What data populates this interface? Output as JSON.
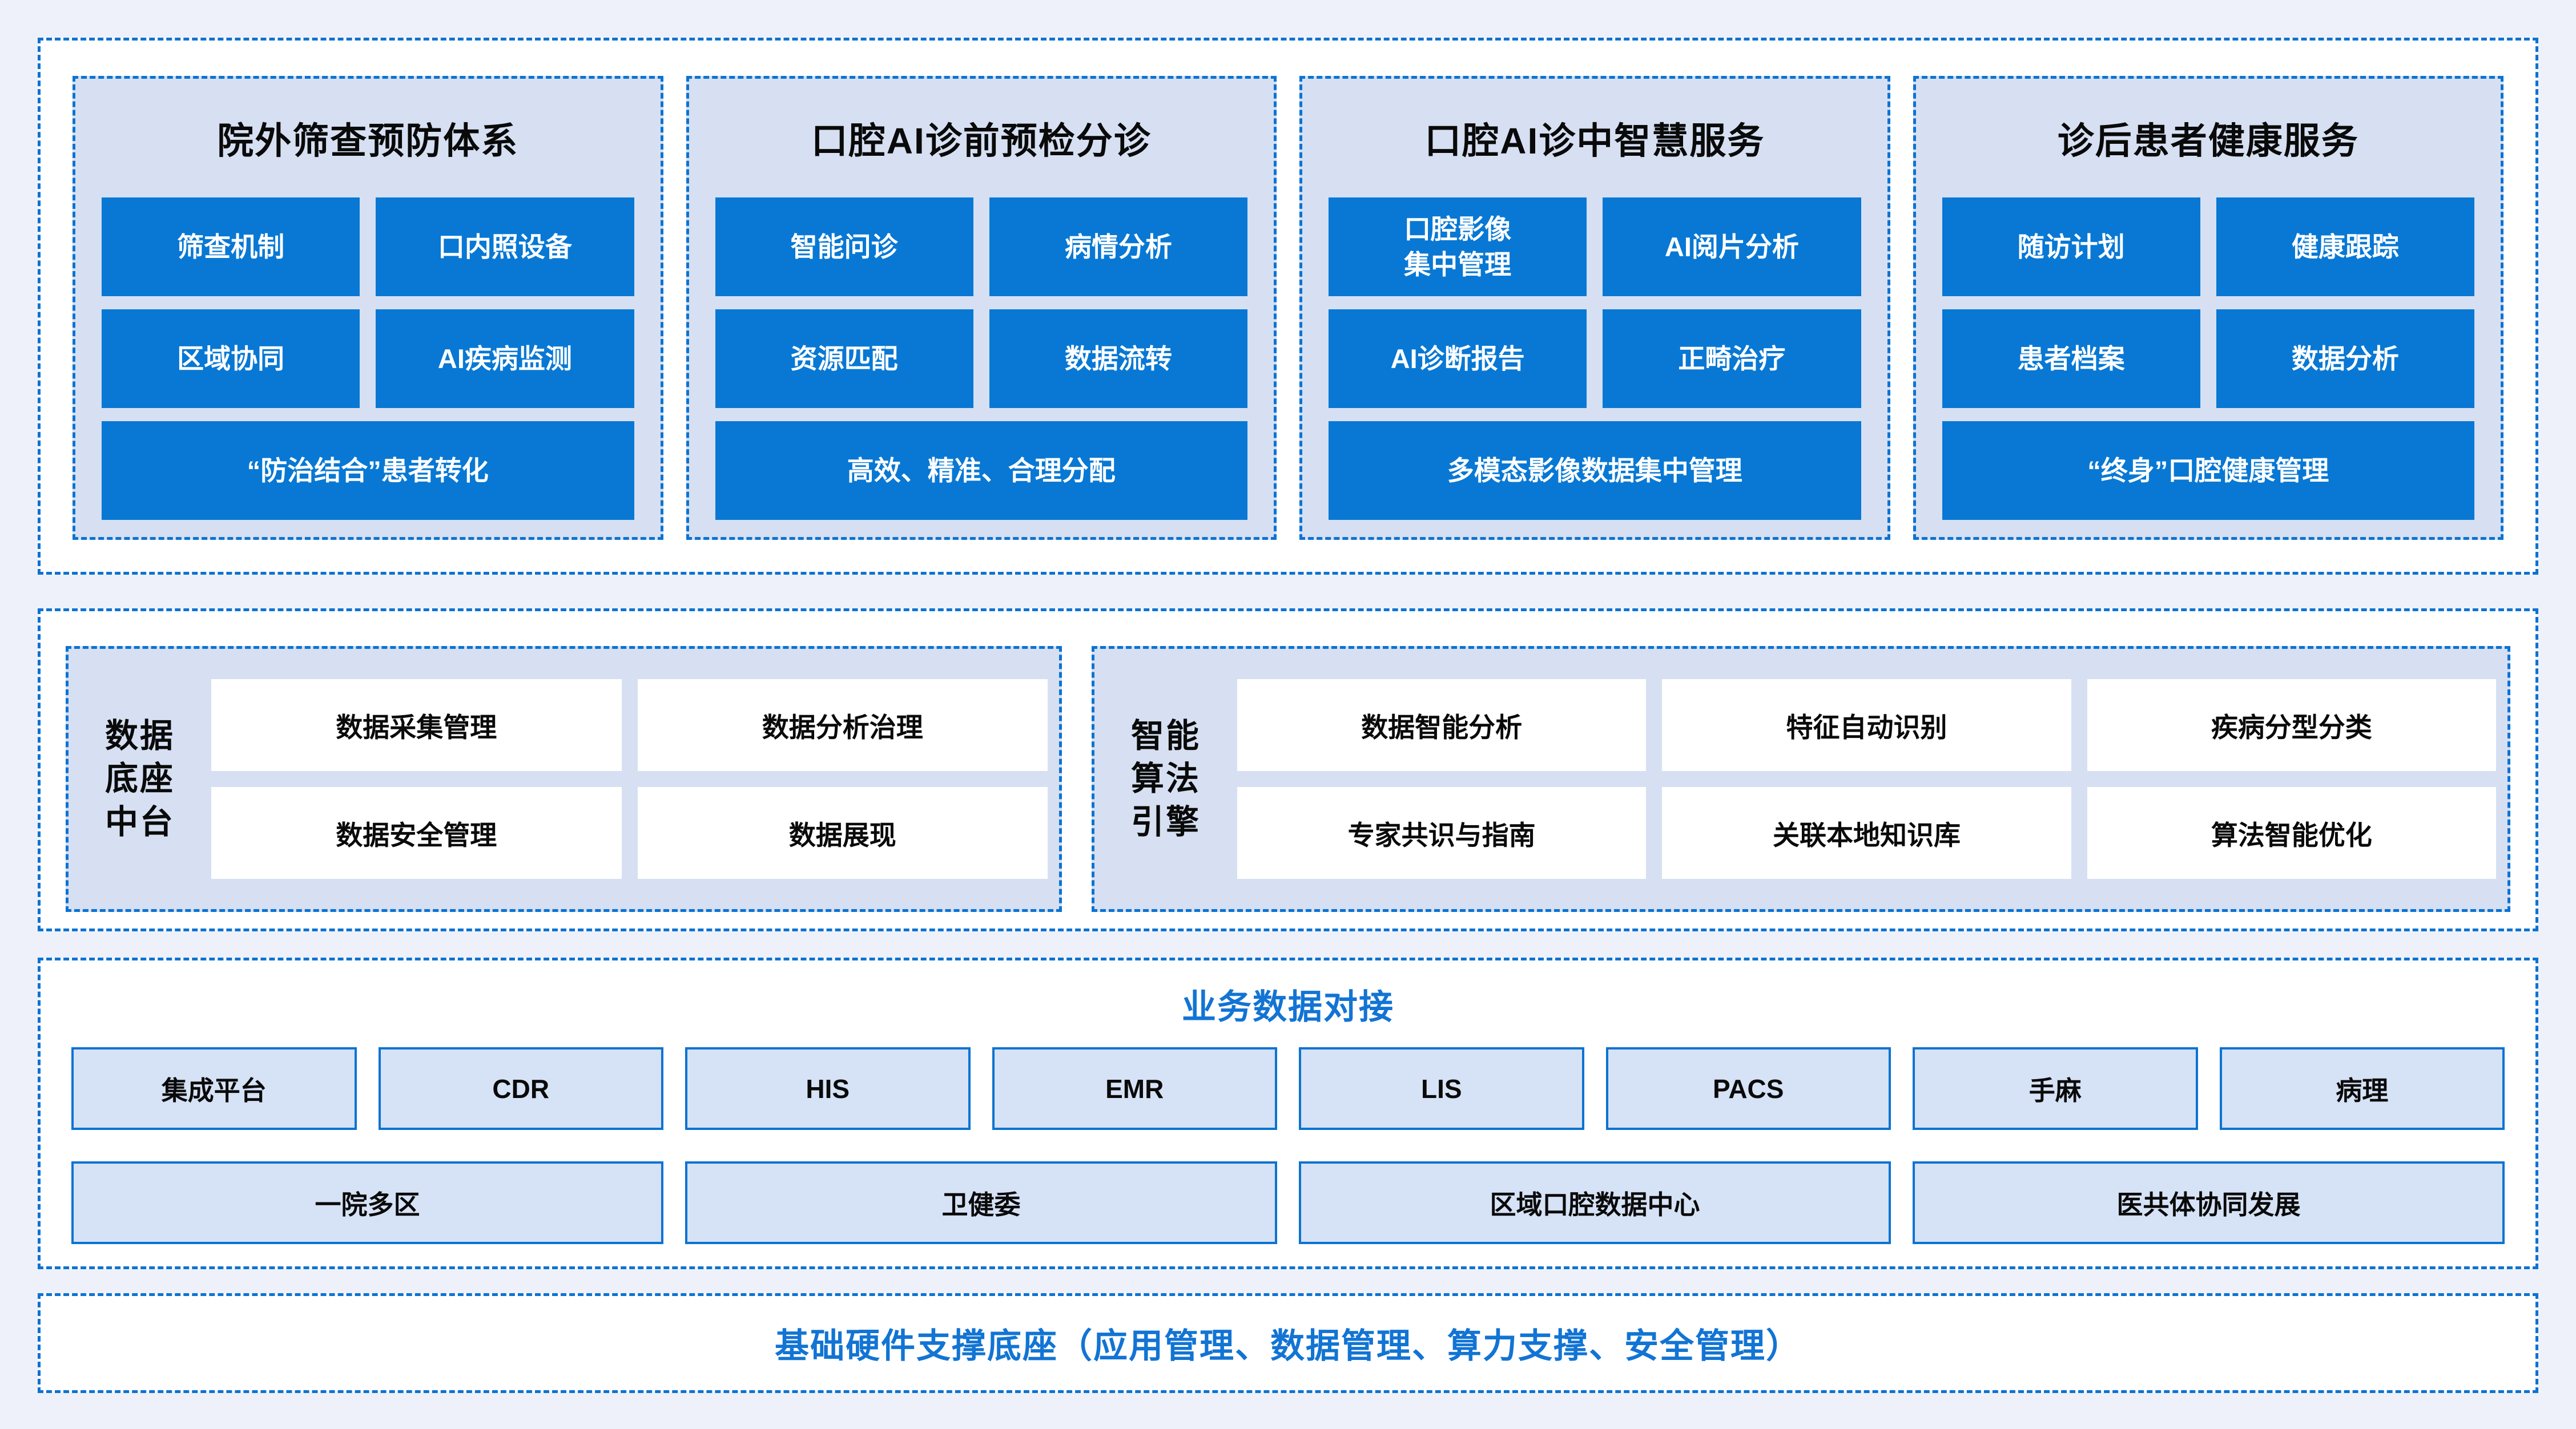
{
  "colors": {
    "page_background": "#EEF1F9",
    "section_background": "#FFFFFF",
    "panel_background": "#D6E0F2",
    "button_blue": "#0878D4",
    "dashed_border_blue": "#0C73D2",
    "light_box_background": "#D6E2F5",
    "title_blue": "#1274D4",
    "text_black": "#0A0A0A"
  },
  "top_sections": [
    {
      "title": "院外筛查预防体系",
      "items": [
        "筛查机制",
        "口内照设备",
        "区域协同",
        "AI疾病监测"
      ],
      "footer": "“防治结合”患者转化"
    },
    {
      "title": "口腔AI诊前预检分诊",
      "items": [
        "智能问诊",
        "病情分析",
        "资源匹配",
        "数据流转"
      ],
      "footer": "高效、精准、合理分配"
    },
    {
      "title": "口腔AI诊中智慧服务",
      "items": [
        "口腔影像\n集中管理",
        "AI阅片分析",
        "AI诊断报告",
        "正畸治疗"
      ],
      "footer": "多模态影像数据集中管理"
    },
    {
      "title": "诊后患者健康服务",
      "items": [
        "随访计划",
        "健康跟踪",
        "患者档案",
        "数据分析"
      ],
      "footer": "“终身”口腔健康管理"
    }
  ],
  "middle": {
    "data_platform": {
      "label": "数据底座中台",
      "label_lines": [
        "数据",
        "底座",
        "中台"
      ],
      "items": [
        "数据采集管理",
        "数据分析治理",
        "数据安全管理",
        "数据展现"
      ]
    },
    "algorithm_engine": {
      "label": "智能算法引擎",
      "label_lines": [
        "智能",
        "算法",
        "引擎"
      ],
      "items": [
        "数据智能分析",
        "特征自动识别",
        "疾病分型分类",
        "专家共识与指南",
        "关联本地知识库",
        "算法智能优化"
      ]
    }
  },
  "integration": {
    "title": "业务数据对接",
    "row1": [
      "集成平台",
      "CDR",
      "HIS",
      "EMR",
      "LIS",
      "PACS",
      "手麻",
      "病理"
    ],
    "row2": [
      "一院多区",
      "卫健委",
      "区域口腔数据中心",
      "医共体协同发展"
    ]
  },
  "foundation": {
    "title": "基础硬件支撑底座（应用管理、数据管理、算力支撑、安全管理）"
  }
}
